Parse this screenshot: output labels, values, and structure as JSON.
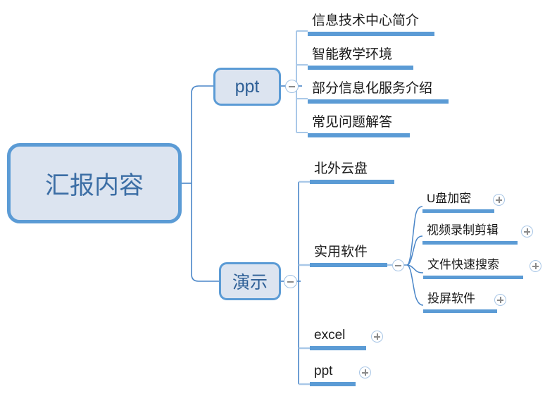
{
  "document": {
    "type": "mind-map",
    "background_color": "#ffffff"
  },
  "palette": {
    "node_border": "#5b9bd5",
    "node_fill": "#dce4f0",
    "node_text": "#3c6ea5",
    "bar": "#5b9bd5",
    "connector": "#4a86c8",
    "connector_light": "#a9c8e8",
    "leaf_text": "#1a1a1a",
    "toggle_ring": "#a8c6e6",
    "toggle_glyph": "#8a8a8a"
  },
  "root": {
    "label": "汇报内容"
  },
  "branches": [
    {
      "id": "ppt",
      "label": "ppt",
      "toggle": {
        "icon": "minus-circle-icon",
        "state": "expanded"
      },
      "children": [
        {
          "label": "信息技术中心简介"
        },
        {
          "label": "智能教学环境"
        },
        {
          "label": "部分信息化服务介绍"
        },
        {
          "label": "常见问题解答"
        }
      ]
    },
    {
      "id": "yanshi",
      "label": "演示",
      "toggle": {
        "icon": "minus-circle-icon",
        "state": "expanded"
      },
      "children": [
        {
          "label": "北外云盘",
          "toggle": null,
          "children": []
        },
        {
          "label": "实用软件",
          "toggle": {
            "icon": "minus-circle-icon",
            "state": "expanded"
          },
          "children": [
            {
              "label": "U盘加密",
              "toggle": {
                "icon": "plus-circle-icon",
                "state": "collapsed"
              }
            },
            {
              "label": "视频录制剪辑",
              "toggle": {
                "icon": "plus-circle-icon",
                "state": "collapsed"
              }
            },
            {
              "label": "文件快速搜索",
              "toggle": {
                "icon": "plus-circle-icon",
                "state": "collapsed"
              }
            },
            {
              "label": "投屏软件",
              "toggle": {
                "icon": "plus-circle-icon",
                "state": "collapsed"
              }
            }
          ]
        },
        {
          "label": "excel",
          "toggle": {
            "icon": "plus-circle-icon",
            "state": "collapsed"
          },
          "children": []
        },
        {
          "label": "ppt",
          "toggle": {
            "icon": "plus-circle-icon",
            "state": "collapsed"
          },
          "children": []
        }
      ]
    }
  ]
}
